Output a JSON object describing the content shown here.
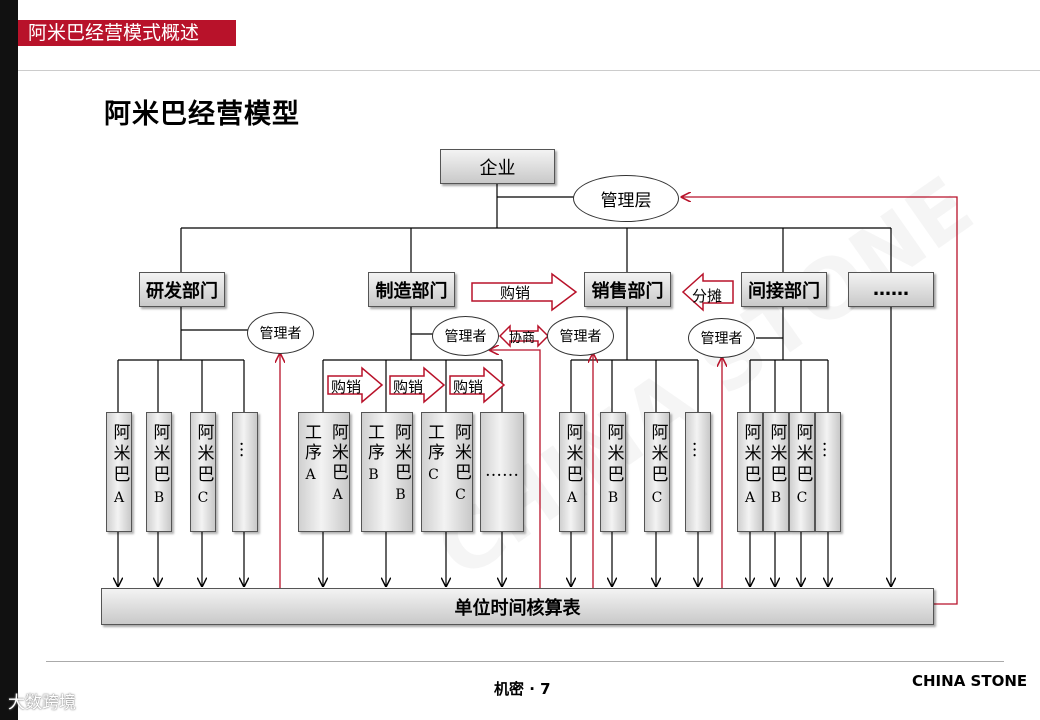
{
  "slide_title": "阿米巴经营模式概述",
  "heading": "阿米巴经营模型",
  "enterprise": "企业",
  "management_layer": "管理层",
  "departments": {
    "rd": "研发部门",
    "manufacturing": "制造部门",
    "sales": "销售部门",
    "indirect": "间接部门",
    "more": "……"
  },
  "manager_label": "管理者",
  "arrows": {
    "purchase": "购销",
    "allocation": "分摊",
    "negotiation": "协商"
  },
  "amoeba_rd": [
    "A",
    "B",
    "C"
  ],
  "amoeba_sales": [
    "A",
    "B",
    "C"
  ],
  "amoeba_indirect": [
    "A",
    "B",
    "C"
  ],
  "amoeba_word": "阿米巴",
  "process_word": "工序",
  "process_letters": [
    "A",
    "B",
    "C"
  ],
  "ellipsis_short": "…",
  "ellipsis_long": "……",
  "ledger": "单位时间核算表",
  "footer": "机密 · 7",
  "brand": "CHINA STONE",
  "watermark": "大数跨境",
  "colors": {
    "accent": "#b8122a",
    "arrow_red": "#b8122a"
  }
}
